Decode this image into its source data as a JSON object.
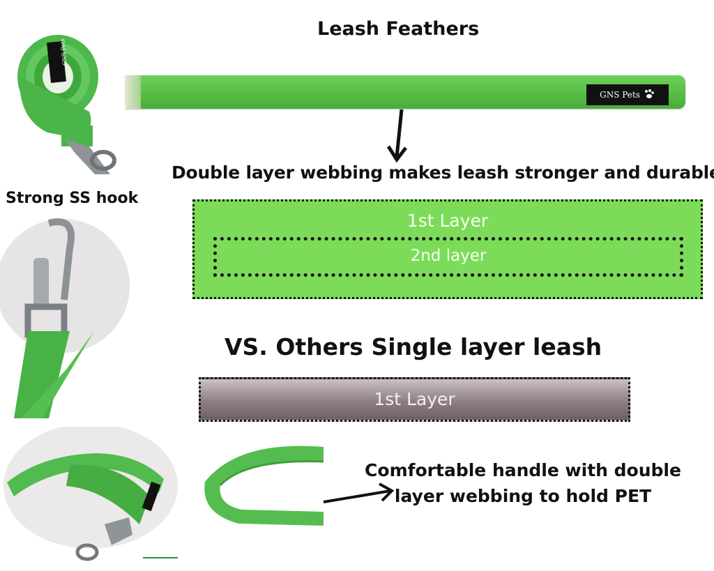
{
  "title": "Leash Feathers",
  "strap_tag": "GNS Pets",
  "coil_tag": "GNS Pets",
  "double_layer_caption": "Double layer webbing  makes leash stronger and durable",
  "hook_caption": "Strong  SS hook",
  "double_layer": {
    "outer_label": "1st Layer",
    "inner_label": "2nd layer"
  },
  "vs_caption": "VS. Others Single layer leash",
  "single_layer": {
    "label": "1st Layer"
  },
  "handle_caption": "Comfortable handle with double layer webbing to hold PET",
  "colors": {
    "leash_green": "#57bd45",
    "double_layer_fill": "#7cdc59",
    "single_layer_fill": "#8d7f83",
    "dots": "#111111"
  },
  "icons": [
    "paw-icon",
    "arrow-down-icon",
    "arrow-right-icon"
  ]
}
